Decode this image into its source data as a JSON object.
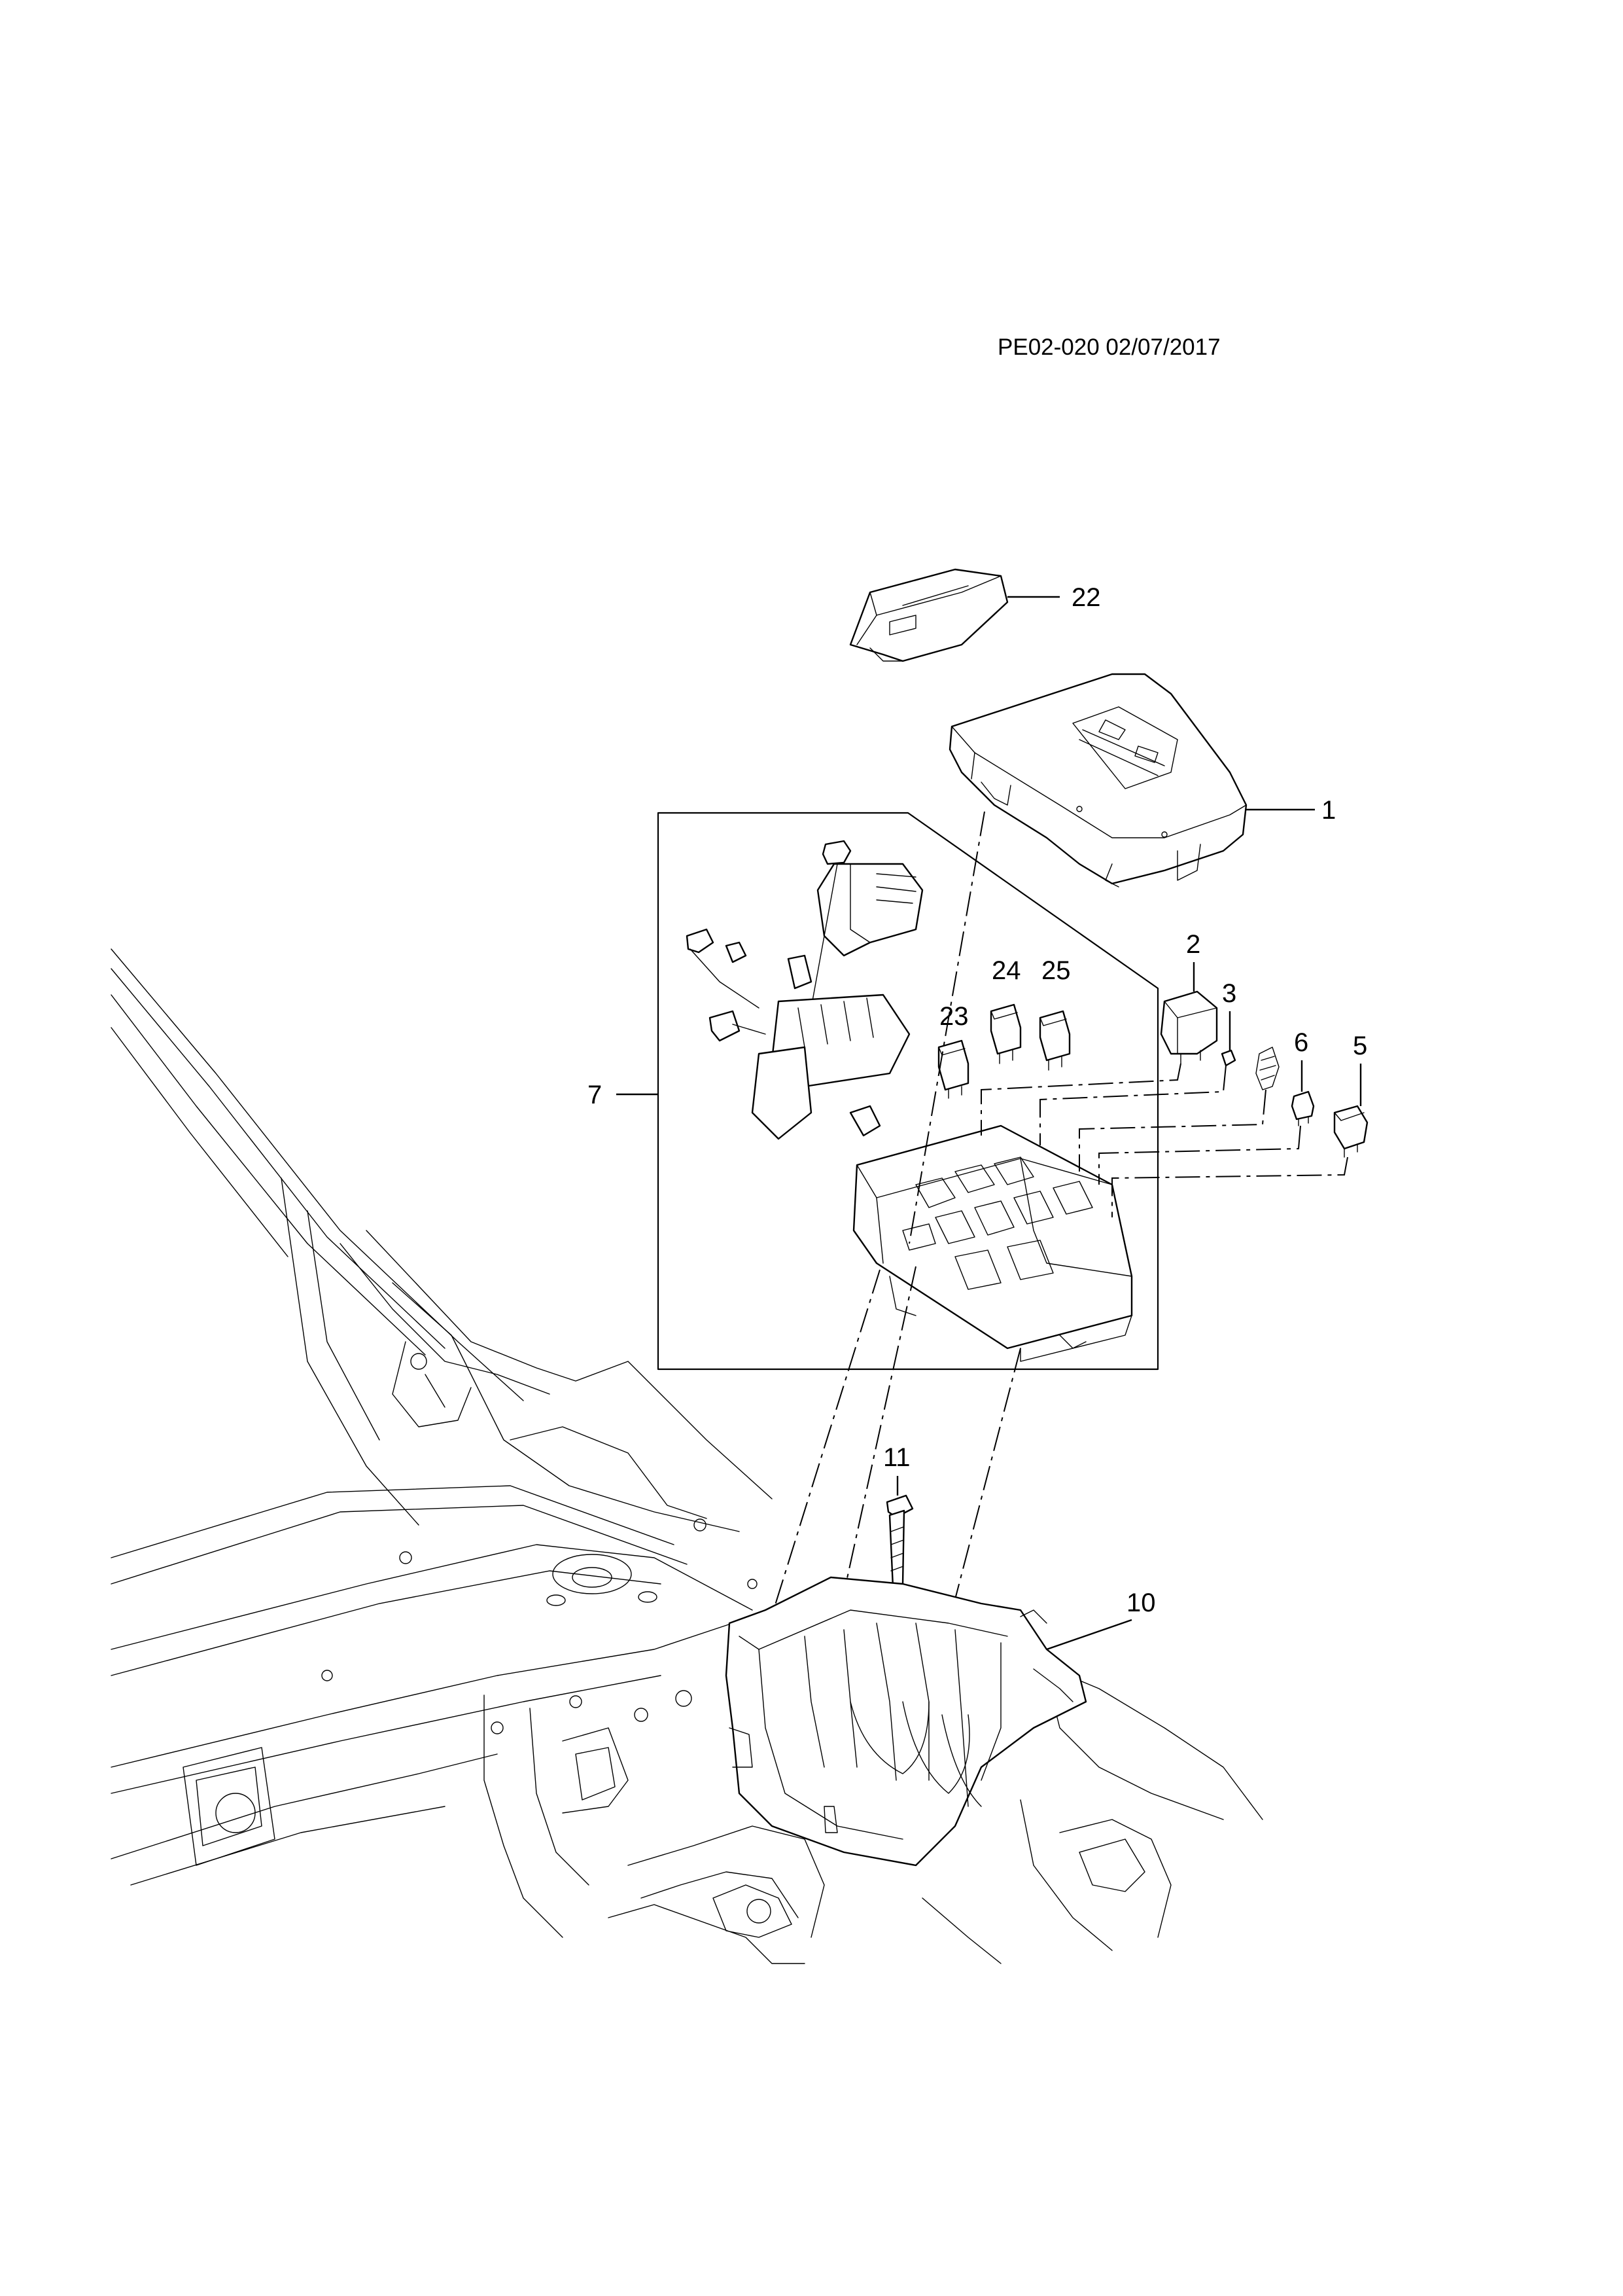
{
  "reference": "PE02-020 02/07/2017",
  "callouts": {
    "c1": "1",
    "c2": "2",
    "c3": "3",
    "c5": "5",
    "c6": "6",
    "c7": "7",
    "c10": "10",
    "c11": "11",
    "c22": "22",
    "c23": "23",
    "c24": "24",
    "c25": "25"
  }
}
